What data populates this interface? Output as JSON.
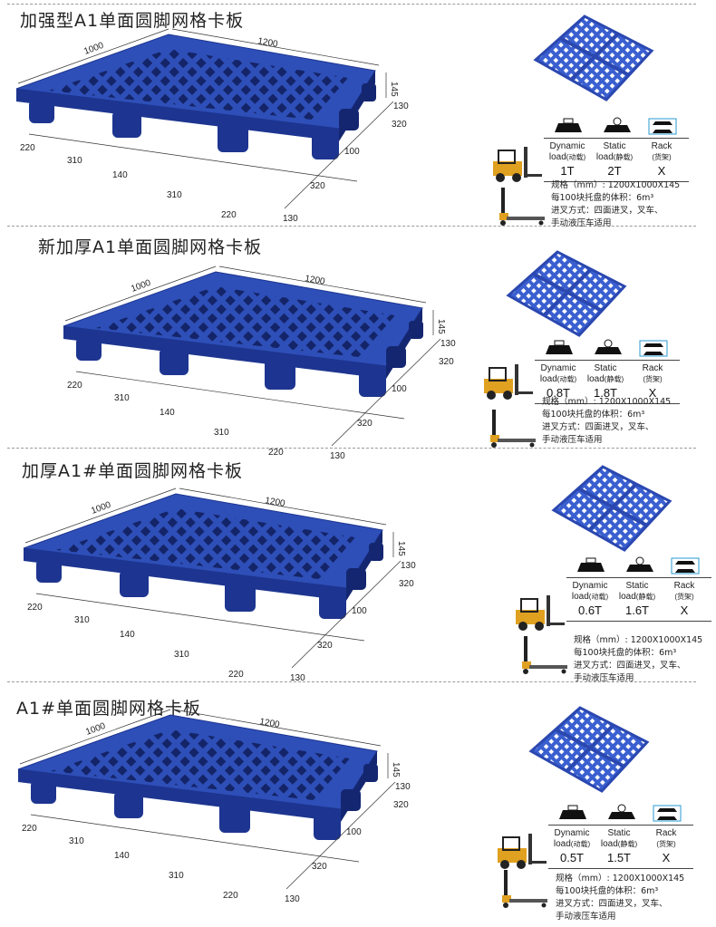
{
  "colors": {
    "pallet_top": "#2e4fb8",
    "pallet_side": "#1d3590",
    "pallet_dark": "#142670",
    "hole": "#0f1d5a",
    "forklift": "#e0a020"
  },
  "labels": {
    "dynamic": "Dynamic",
    "dynamic_sub": "load",
    "dynamic_cn": "(动载)",
    "static": "Static",
    "static_sub": "load",
    "static_cn": "(静载)",
    "rack": "Rack",
    "rack_cn": "(货架)"
  },
  "sections": [
    {
      "title": "加强型A1单面圆脚网格卡板",
      "dims": {
        "w": "1000",
        "l": "1200",
        "h": "145",
        "a": "220",
        "b": "310",
        "c": "140",
        "d": "310",
        "e": "220",
        "f": "130",
        "g": "320",
        "h2": "100",
        "i": "320",
        "j": "130"
      },
      "loads": {
        "dynamic": "1T",
        "static": "2T",
        "rack": "X"
      },
      "spec1": "规格（mm）: 1200X1000X145",
      "spec2": "每100块托盘的体积：6m³",
      "spec3": "进叉方式：四面进叉，叉车、",
      "spec4": "手动液压车适用"
    },
    {
      "title": "新加厚A1单面圆脚网格卡板",
      "dims": {
        "w": "1000",
        "l": "1200",
        "h": "145",
        "a": "220",
        "b": "310",
        "c": "140",
        "d": "310",
        "e": "220",
        "f": "130",
        "g": "320",
        "h2": "100",
        "i": "320",
        "j": "130"
      },
      "loads": {
        "dynamic": "0.8T",
        "static": "1.8T",
        "rack": "X"
      },
      "spec1": "规格（mm）: 1200X1000X145",
      "spec2": "每100块托盘的体积：6m³",
      "spec3": "进叉方式：四面进叉，叉车、",
      "spec4": "手动液压车适用"
    },
    {
      "title": "加厚A1#单面圆脚网格卡板",
      "dims": {
        "w": "1000",
        "l": "1200",
        "h": "145",
        "a": "220",
        "b": "310",
        "c": "140",
        "d": "310",
        "e": "220",
        "f": "130",
        "g": "320",
        "h2": "100",
        "i": "320",
        "j": "130"
      },
      "loads": {
        "dynamic": "0.6T",
        "static": "1.6T",
        "rack": "X"
      },
      "spec1": "规格（mm）: 1200X1000X145",
      "spec2": "每100块托盘的体积：6m³",
      "spec3": "进叉方式：四面进叉，叉车、",
      "spec4": "手动液压车适用"
    },
    {
      "title": "A1#单面圆脚网格卡板",
      "dims": {
        "w": "1000",
        "l": "1200",
        "h": "145",
        "a": "220",
        "b": "310",
        "c": "140",
        "d": "310",
        "e": "220",
        "f": "130",
        "g": "320",
        "h2": "100",
        "i": "320",
        "j": "130"
      },
      "loads": {
        "dynamic": "0.5T",
        "static": "1.5T",
        "rack": "X"
      },
      "spec1": "规格（mm）: 1200X1000X145",
      "spec2": "每100块托盘的体积：6m³",
      "spec3": "进叉方式：四面进叉，叉车、",
      "spec4": "手动液压车适用"
    }
  ]
}
